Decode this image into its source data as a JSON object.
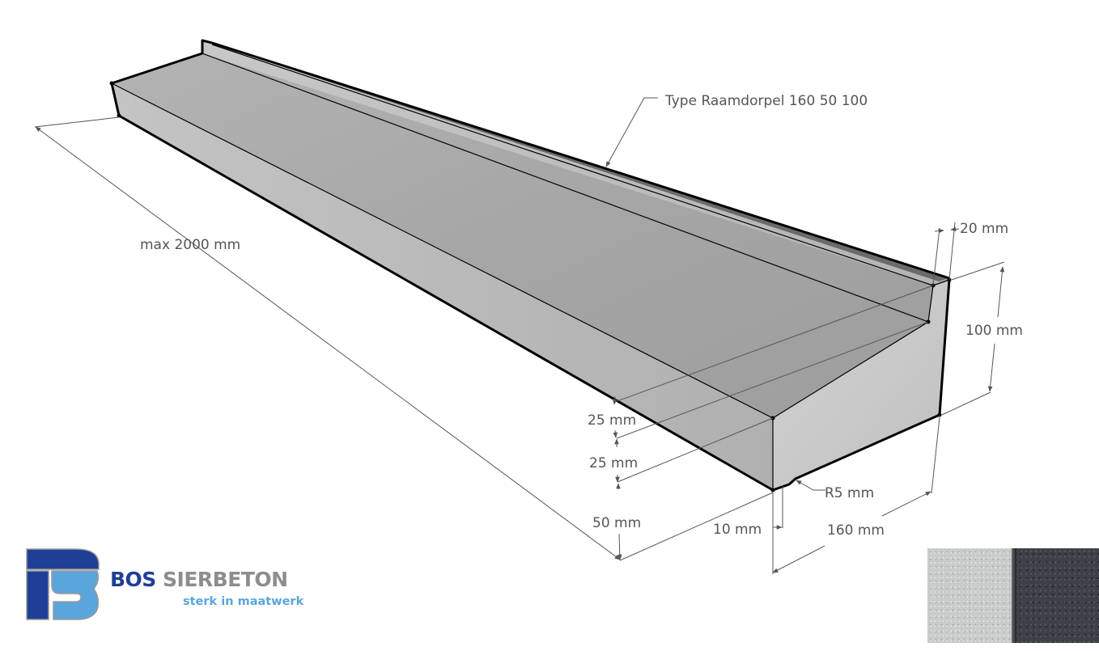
{
  "product": {
    "label": "Type Raamdorpel 160 50 100"
  },
  "dimensions": {
    "length": "max 2000 mm",
    "ledge_width": "20 mm",
    "total_height": "100 mm",
    "slope_rise_1": "25 mm",
    "slope_rise_2": "25 mm",
    "front_height": "50 mm",
    "drip_offset": "10 mm",
    "drip_radius": "R5 mm",
    "depth": "160 mm"
  },
  "brand": {
    "name_part1": "BOS",
    "name_part2": "SIERBETON",
    "tagline": "sterk in maatwerk",
    "colors": {
      "dark_blue": "#1f3f96",
      "light_blue": "#5aa6dc",
      "grey": "#8d8d8d"
    }
  },
  "swatches": [
    {
      "name": "light-grey-concrete",
      "color": "#c9cbca"
    },
    {
      "name": "anthracite-concrete",
      "color": "#3d4147"
    }
  ]
}
